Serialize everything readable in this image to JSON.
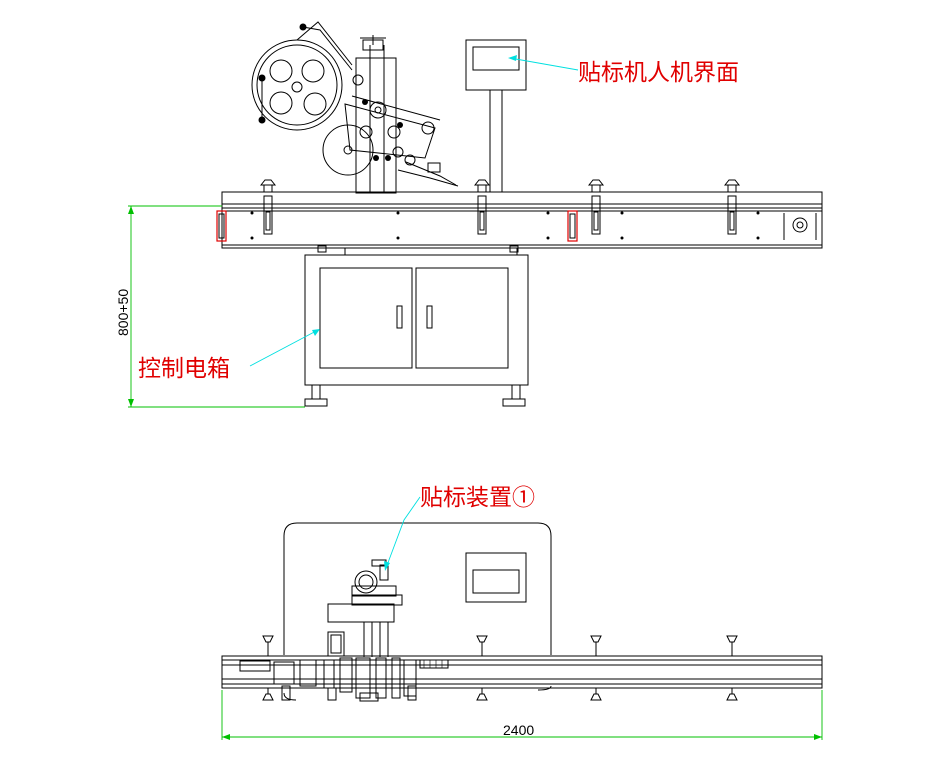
{
  "labels": {
    "hmi": "贴标机人机界面",
    "control_box": "控制电箱",
    "labeling_device": "贴标装置①"
  },
  "dimensions": {
    "height": "800+50",
    "length": "2400"
  },
  "colors": {
    "label_text": "#e00000",
    "leader_line": "#00e0e0",
    "dimension_line": "#00c000",
    "outline": "#000000"
  }
}
